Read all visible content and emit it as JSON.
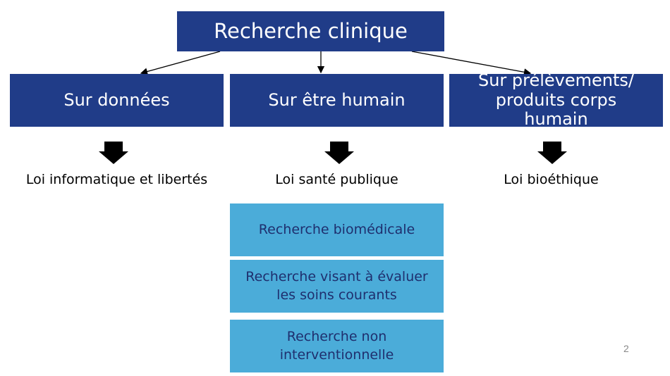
{
  "root": {
    "label": "Recherche clinique"
  },
  "categories": [
    {
      "label": "Sur données"
    },
    {
      "label": "Sur être humain"
    },
    {
      "label": "Sur prélèvements/ produits corps humain"
    }
  ],
  "laws": [
    {
      "label": "Loi informatique et libertés"
    },
    {
      "label": "Loi santé publique"
    },
    {
      "label": "Loi bioéthique"
    }
  ],
  "research_types": [
    {
      "label": "Recherche biomédicale"
    },
    {
      "label": "Recherche visant à évaluer les soins courants"
    },
    {
      "label": "Recherche non interventionnelle"
    }
  ],
  "page_number": "2",
  "colors": {
    "dark_box": "#203c88",
    "light_box": "#4bacd9",
    "light_text": "#1f2f6e"
  }
}
